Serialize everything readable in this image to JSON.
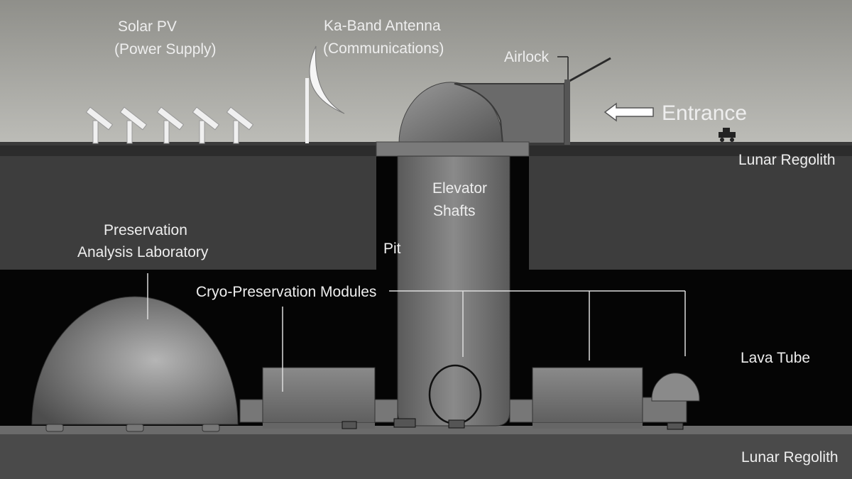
{
  "diagram": {
    "labels": {
      "solar_line1": "Solar PV",
      "solar_line2": "(Power Supply)",
      "antenna_line1": "Ka-Band Antenna",
      "antenna_line2": "(Communications)",
      "airlock": "Airlock",
      "entrance": "Entrance",
      "regolith_top": "Lunar Regolith",
      "elevator_line1": "Elevator",
      "elevator_line2": "Shafts",
      "pit": "Pit",
      "lab_line1": "Preservation",
      "lab_line2": "Analysis Laboratory",
      "cryo": "Cryo-Preservation Modules",
      "lava_tube": "Lava Tube",
      "regolith_bottom": "Lunar Regolith"
    },
    "colors": {
      "sky": "#a8a8a2",
      "regolith": "#3d3d3d",
      "lava_tube": "#050505",
      "floor": "#4a4a4a",
      "module": "#7a7a7a",
      "label_light": "#eeeeee",
      "label_dark": "#1a1a1a"
    }
  }
}
